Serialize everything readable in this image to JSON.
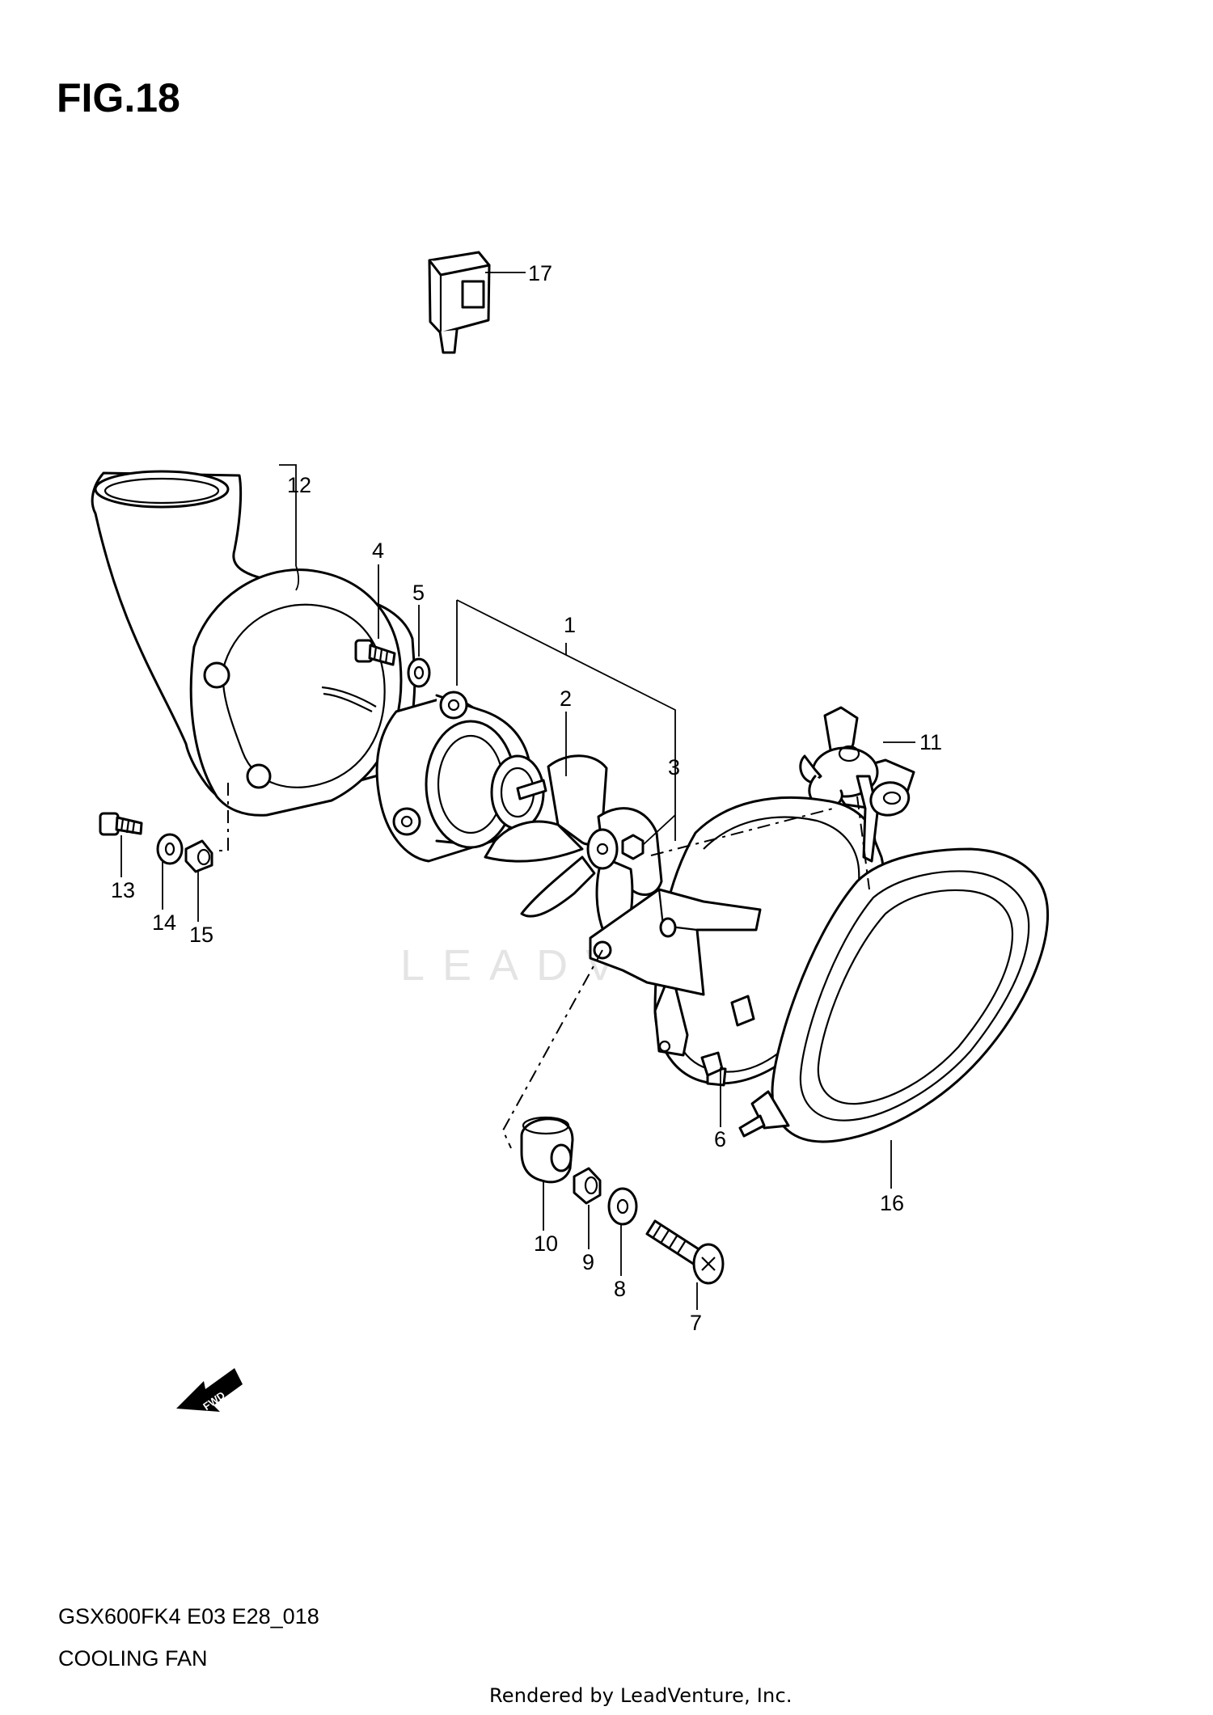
{
  "figure": {
    "title": "FIG.18"
  },
  "footer": {
    "model_code": "GSX600FK4 E03 E28_018",
    "section_name": "COOLING FAN",
    "render_credit": "Rendered by LeadVenture, Inc."
  },
  "watermark": {
    "text": "LEADVENTURE"
  },
  "fwd_arrow": {
    "label": "FWD"
  },
  "callouts": {
    "c1": "1",
    "c2": "2",
    "c3": "3",
    "c4": "4",
    "c5": "5",
    "c6": "6",
    "c7": "7",
    "c8": "8",
    "c9": "9",
    "c10": "10",
    "c11": "11",
    "c12": "12",
    "c13": "13",
    "c14": "14",
    "c15": "15",
    "c16": "16",
    "c17": "17"
  }
}
